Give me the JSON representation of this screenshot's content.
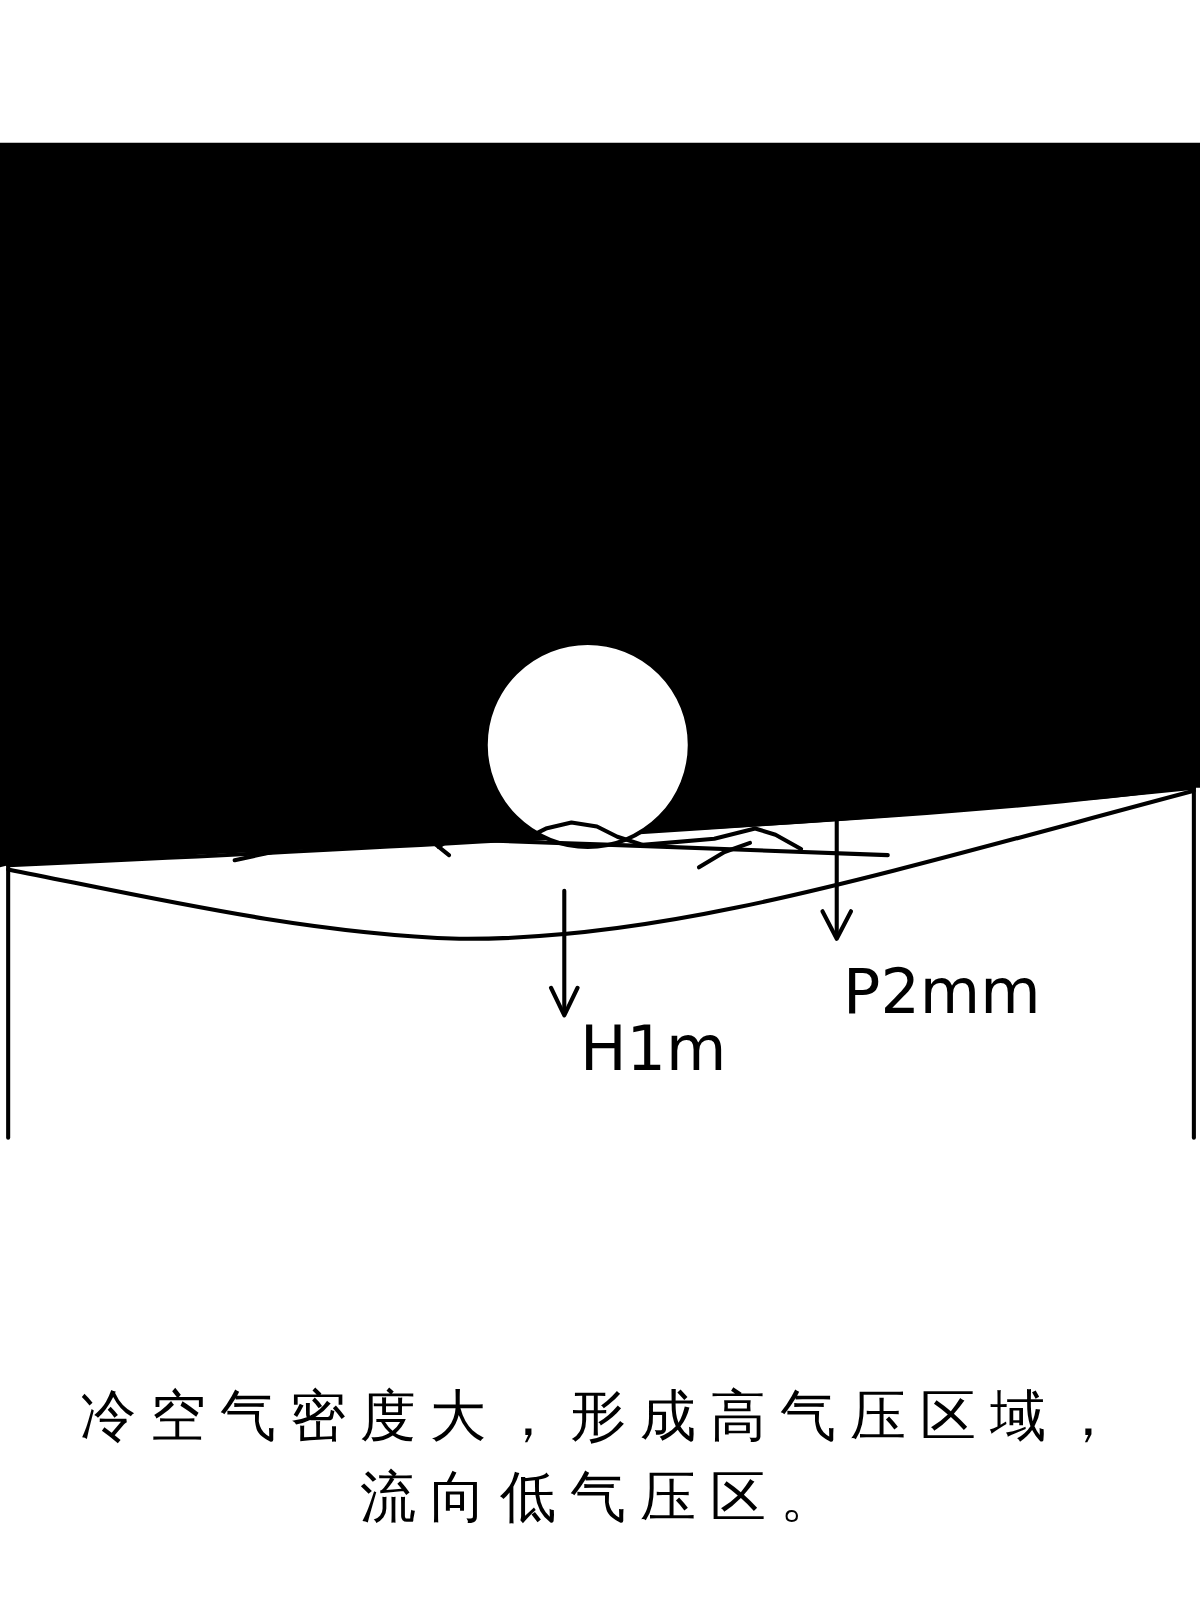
{
  "diagram": {
    "caption": "冷空气密度大，形成高气压区域，流向低气压区。",
    "labels": [
      "H1m",
      "P2mm"
    ]
  }
}
